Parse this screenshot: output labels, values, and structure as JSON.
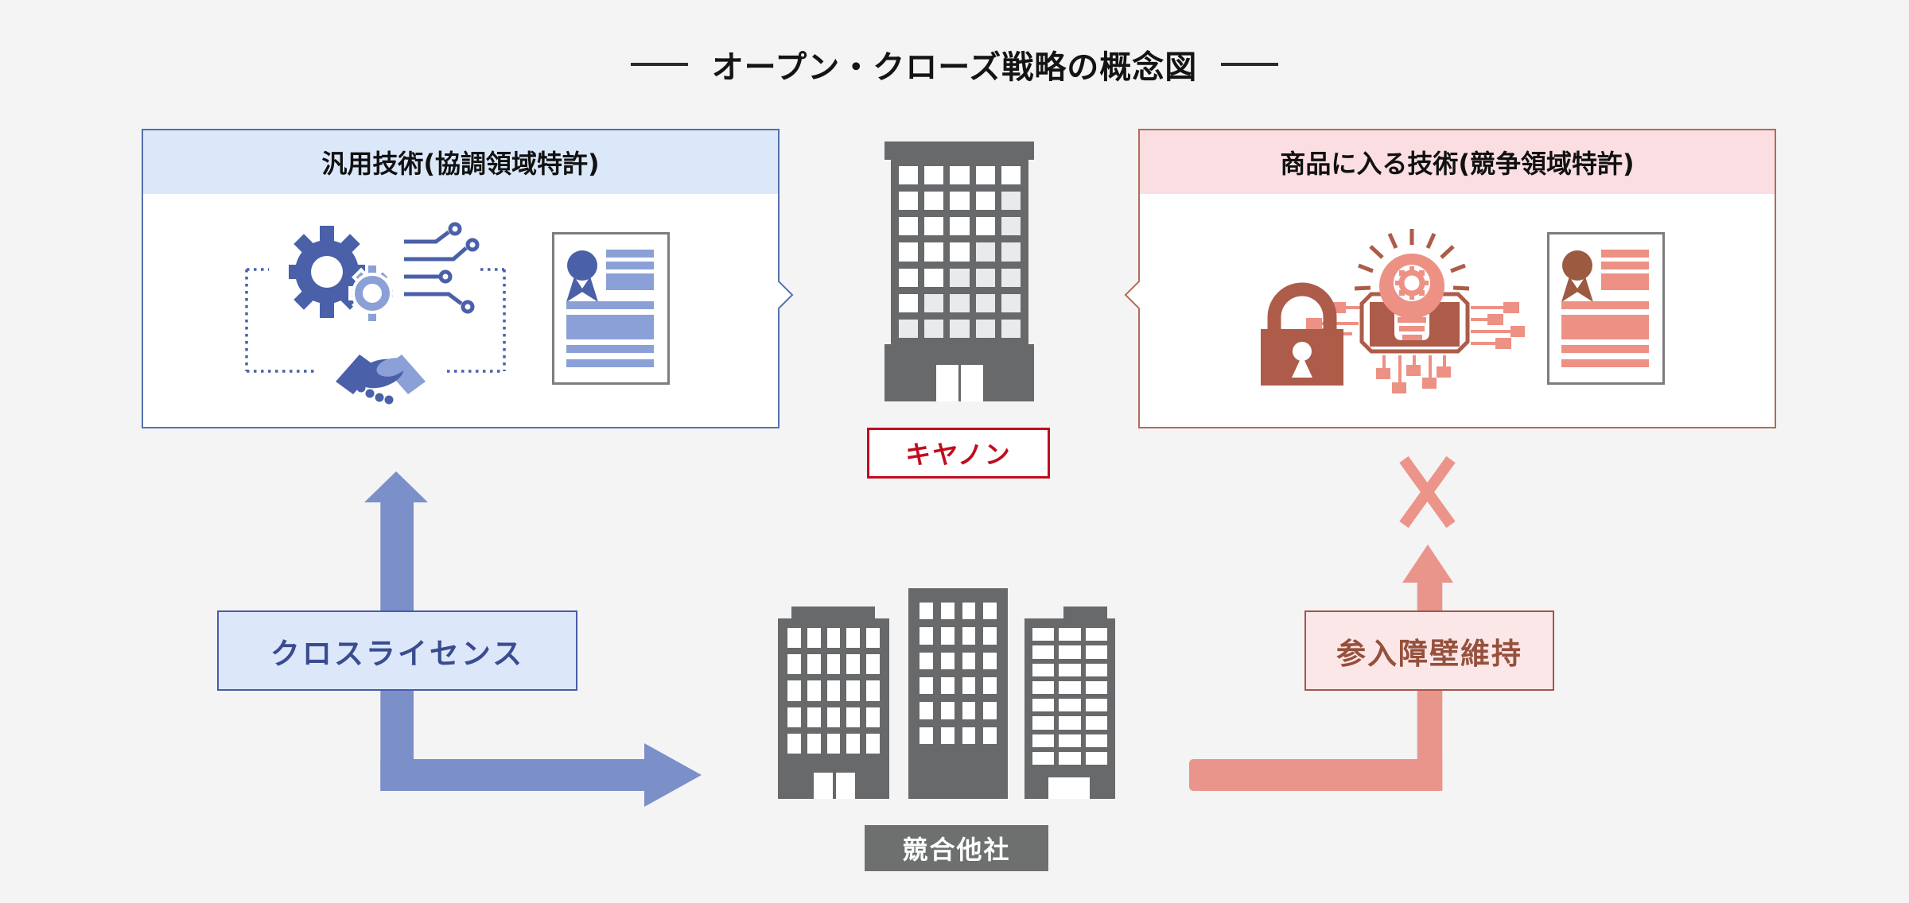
{
  "title": "オープン・クローズ戦略の概念図",
  "open_box": {
    "header": "汎用技術(協調領域特許)"
  },
  "closed_box": {
    "header": "商品に入る技術(競争領域特許)"
  },
  "center": {
    "company": "キヤノン",
    "competitors": "競合他社"
  },
  "flows": {
    "cross_license": "クロスライセンス",
    "entry_barrier": "参入障壁維持"
  },
  "colors": {
    "background": "#f4f4f5",
    "open_accent": "#5570ad",
    "open_header_bg": "#dbe8fa",
    "open_icon_dark": "#4a60a8",
    "open_icon_light": "#8ba0d6",
    "open_arrow": "#7b8fc9",
    "closed_accent": "#b26b54",
    "closed_header_bg": "#fadee1",
    "closed_icon_dark": "#ad5c49",
    "closed_icon_light": "#ec9184",
    "closed_arrow": "#e9958b",
    "canon_red": "#c00d1e",
    "building_gray": "#67696b",
    "competitors_bg": "#6e7070"
  }
}
